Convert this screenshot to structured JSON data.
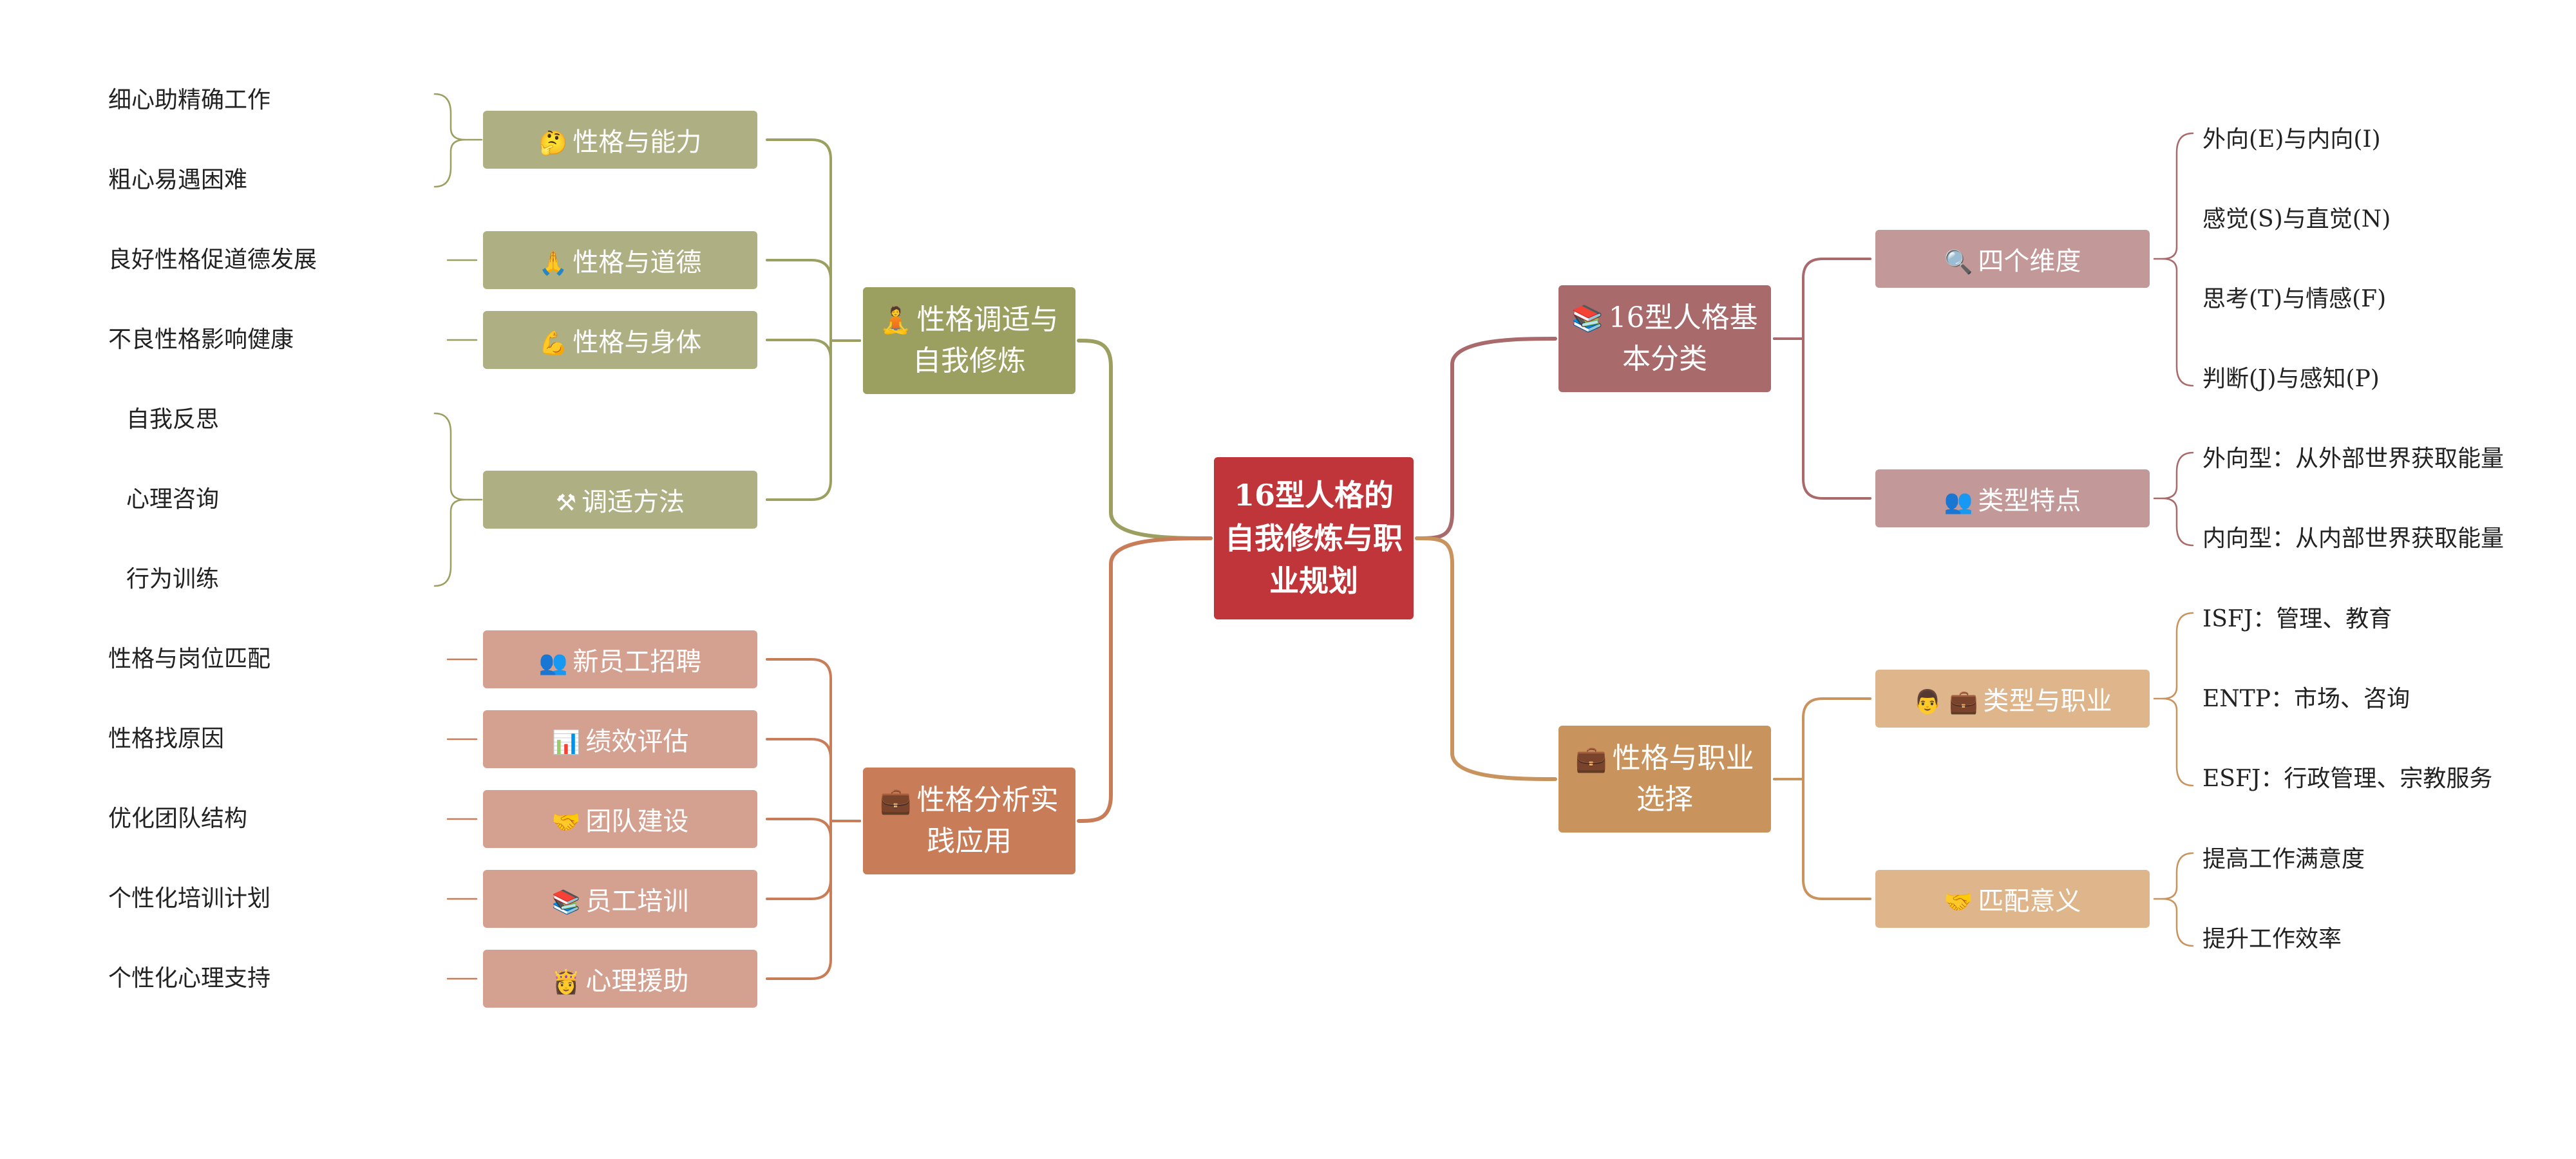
{
  "colors": {
    "root": "#c0353a",
    "branch_adjust": "#9b9f60",
    "branch_adjust_child": "#aeb083",
    "branch_practice": "#c97c58",
    "branch_practice_child": "#d4a090",
    "branch_basic": "#a86a6a",
    "branch_basic_child": "#c29898",
    "branch_career": "#c9935e",
    "branch_career_child": "#dfb68c"
  },
  "root": {
    "title": "16型人格的自我修炼与职业规划"
  },
  "left": [
    {
      "label": "性格调适与自我修炼",
      "icon": "🧘",
      "icon_name": "meditation-icon",
      "children": [
        {
          "label": "性格与能力",
          "icon": "🤔",
          "icon_name": "thinking-face-icon",
          "leaves": [
            "细心助精确工作",
            "粗心易遇困难"
          ]
        },
        {
          "label": "性格与道德",
          "icon": "🙏",
          "icon_name": "folded-hands-icon",
          "leaves": [
            "良好性格促道德发展"
          ]
        },
        {
          "label": "性格与身体",
          "icon": "💪",
          "icon_name": "flexed-bicep-icon",
          "leaves": [
            "不良性格影响健康"
          ]
        },
        {
          "label": "调适方法",
          "icon": "⚒",
          "icon_name": "hammer-pick-icon",
          "leaves": [
            "自我反思",
            "心理咨询",
            "行为训练"
          ]
        }
      ]
    },
    {
      "label": "性格分析实践应用",
      "icon": "💼",
      "icon_name": "briefcase-icon",
      "children": [
        {
          "label": "新员工招聘",
          "icon": "👥",
          "icon_name": "people-icon",
          "leaves": [
            "性格与岗位匹配"
          ]
        },
        {
          "label": "绩效评估",
          "icon": "📊",
          "icon_name": "bar-chart-icon",
          "leaves": [
            "性格找原因"
          ]
        },
        {
          "label": "团队建设",
          "icon": "🤝",
          "icon_name": "handshake-icon",
          "leaves": [
            "优化团队结构"
          ]
        },
        {
          "label": "员工培训",
          "icon": "📚",
          "icon_name": "books-icon",
          "leaves": [
            "个性化培训计划"
          ]
        },
        {
          "label": "心理援助",
          "icon": "👸",
          "icon_name": "helper-person-icon",
          "leaves": [
            "个性化心理支持"
          ]
        }
      ]
    }
  ],
  "right": [
    {
      "label": "16型人格基本分类",
      "icon": "📚",
      "icon_name": "books-icon",
      "children": [
        {
          "label": "四个维度",
          "icon": "🔍",
          "icon_name": "magnifier-icon",
          "leaves": [
            "外向(E)与内向(I)",
            "感觉(S)与直觉(N)",
            "思考(T)与情感(F)",
            "判断(J)与感知(P)"
          ]
        },
        {
          "label": "类型特点",
          "icon": "👥",
          "icon_name": "people-icon",
          "leaves": [
            "外向型：从外部世界获取能量",
            "内向型：从内部世界获取能量"
          ]
        }
      ]
    },
    {
      "label": "性格与职业选择",
      "icon": "💼",
      "icon_name": "briefcase-icon",
      "children": [
        {
          "label": "类型与职业",
          "icon": "👨 💼",
          "icon_name": "person-briefcase-icon",
          "leaves": [
            "ISFJ：管理、教育",
            "ENTP：市场、咨询",
            "ESFJ：行政管理、宗教服务"
          ]
        },
        {
          "label": "匹配意义",
          "icon": "🤝",
          "icon_name": "handshake-icon",
          "leaves": [
            "提高工作满意度",
            "提升工作效率"
          ]
        }
      ]
    }
  ]
}
